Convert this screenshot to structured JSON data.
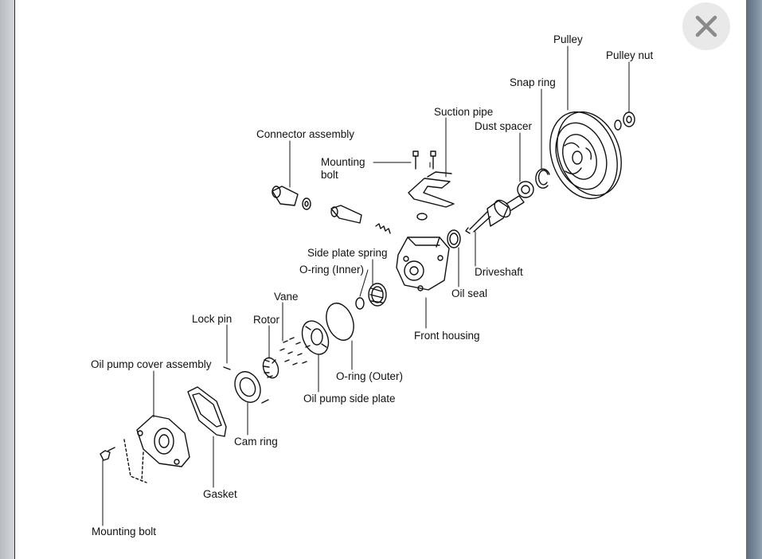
{
  "labels": {
    "pulley": "Pulley",
    "pulley_nut": "Pulley nut",
    "snap_ring": "Snap ring",
    "suction_pipe": "Suction pipe",
    "dust_spacer": "Dust spacer",
    "connector_assembly": "Connector assembly",
    "mounting_bolt_top_1": "Mounting",
    "mounting_bolt_top_2": "bolt",
    "side_plate_spring": "Side plate spring",
    "o_ring_inner": "O-ring (Inner)",
    "driveshaft": "Driveshaft",
    "vane": "Vane",
    "oil_seal": "Oil seal",
    "lock_pin": "Lock pin",
    "rotor": "Rotor",
    "front_housing": "Front housing",
    "oil_pump_cover_assembly": "Oil pump cover assembly",
    "o_ring_outer": "O-ring (Outer)",
    "oil_pump_side_plate": "Oil pump side plate",
    "cam_ring": "Cam ring",
    "gasket": "Gasket",
    "mounting_bolt_bottom": "Mounting bolt"
  },
  "close_icon": "close-icon",
  "colors": {
    "line": "#111111",
    "close_bg": "#e9e9e9",
    "close_x": "#8a8a8a"
  }
}
